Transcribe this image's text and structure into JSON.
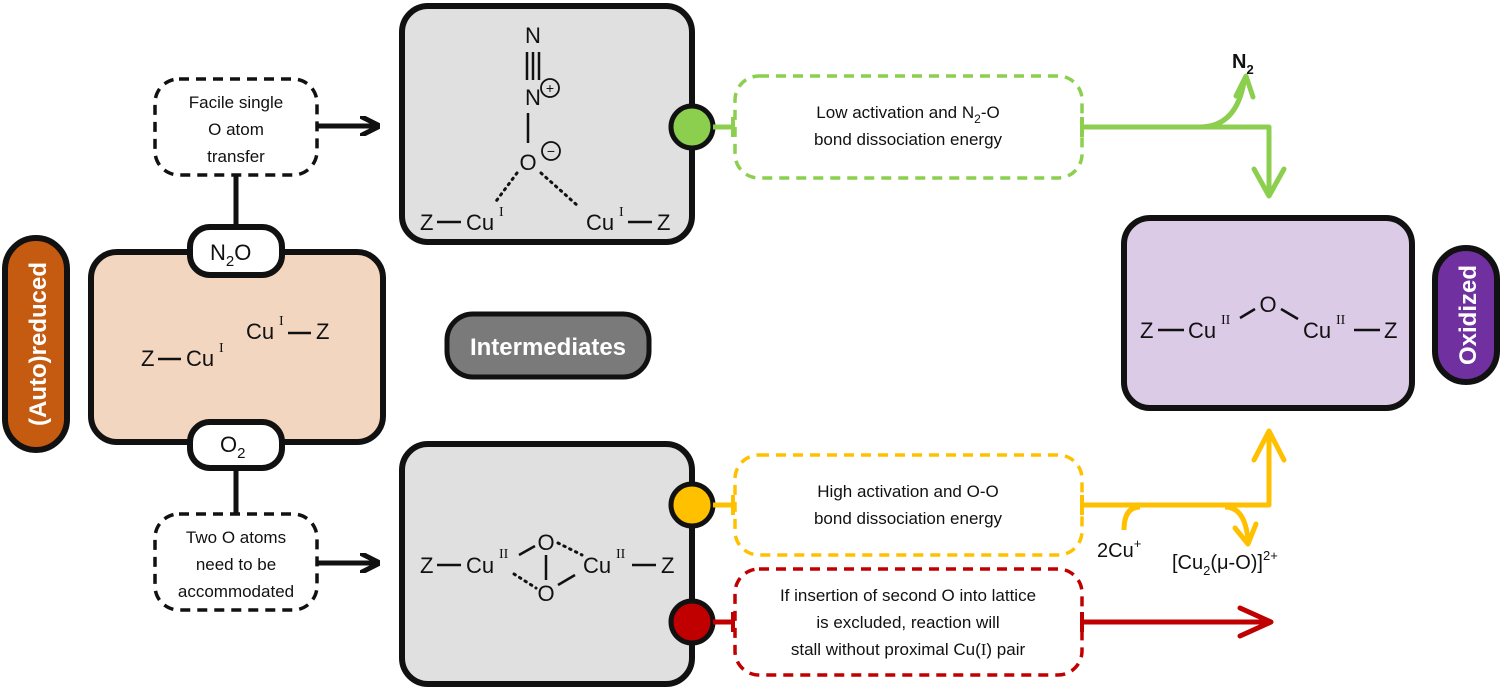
{
  "colors": {
    "reduced_fill": "#f2d6c0",
    "reduced_badge": "#c55a11",
    "intermediate_fill": "#e0e0e0",
    "intermediate_badge": "#7a7a7a",
    "oxidized_fill": "#dccbe6",
    "oxidized_badge": "#7030a0",
    "green": "#8ccf4f",
    "yellow": "#ffc000",
    "red": "#c00000",
    "black": "#111111"
  },
  "badges": {
    "reduced": "(Auto)reduced",
    "intermediates": "Intermediates",
    "oxidized": "Oxidized"
  },
  "reactants": {
    "n2o": {
      "main": "N",
      "sub": "2",
      "tail": "O"
    },
    "o2": {
      "main": "O",
      "sub": "2"
    }
  },
  "notes": {
    "n2o_path": [
      "Facile single",
      "O atom",
      "transfer"
    ],
    "o2_path": [
      "Two O atoms",
      "need to be",
      "accommodated"
    ]
  },
  "reduced_state": {
    "left": {
      "z": "Z",
      "cu": "Cu",
      "ox": "I"
    },
    "right": {
      "cu": "Cu",
      "ox": "I",
      "z": "Z"
    }
  },
  "intermediate_n2o": {
    "n_top": "N",
    "n_mid": "N",
    "plus": "+",
    "o": "O",
    "minus": "−",
    "left": {
      "z": "Z",
      "cu": "Cu",
      "ox": "I"
    },
    "right": {
      "cu": "Cu",
      "ox": "I",
      "z": "Z"
    }
  },
  "intermediate_o2": {
    "o_top": "O",
    "o_bottom": "O",
    "left": {
      "z": "Z",
      "cu": "Cu",
      "ox": "II"
    },
    "right": {
      "cu": "Cu",
      "ox": "II",
      "z": "Z"
    }
  },
  "oxidized_state": {
    "o": "O",
    "left": {
      "z": "Z",
      "cu": "Cu",
      "ox": "II"
    },
    "right": {
      "cu": "Cu",
      "ox": "II",
      "z": "Z"
    }
  },
  "pathways": {
    "green": {
      "lines": [
        "Low activation and N",
        "-O",
        "bond dissociation energy"
      ],
      "sub": "2"
    },
    "yellow": {
      "lines": [
        "High activation and O-O",
        "bond dissociation energy"
      ]
    },
    "red": {
      "lines": [
        "If insertion of second O into lattice",
        "is excluded, reaction will",
        "stall without proximal Cu(",
        "I",
        ") pair"
      ]
    }
  },
  "products": {
    "n2": {
      "main": "N",
      "sub": "2"
    },
    "cu_plus": {
      "main": "2Cu",
      "sup": "+"
    },
    "cu2o": {
      "pre": "[Cu",
      "sub": "2",
      "mid": "(μ-O)]",
      "sup": "2+"
    }
  }
}
